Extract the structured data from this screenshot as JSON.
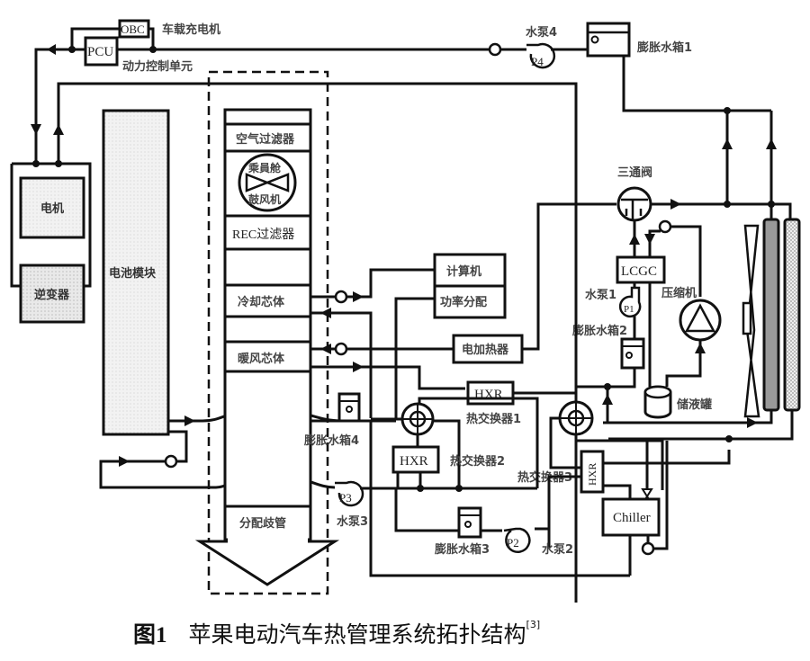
{
  "caption": {
    "figure": "图1",
    "title": "苹果电动汽车热管理系统拓扑结构",
    "ref": "[3]"
  },
  "components": {
    "obc": "OBC",
    "obc_desc": "车载充电机",
    "pcu": "PCU",
    "pcu_desc": "动力控制单元",
    "pump4_label": "水泵4",
    "pump4": "P4",
    "tank1": "膨胀水箱1",
    "motor": "电机",
    "inverter": "逆变器",
    "battery": "电池模块",
    "air_filter": "空气过滤器",
    "blower_top": "乘員舱",
    "blower_bottom": "鼓风机",
    "rec_filter": "REC过滤器",
    "cooling_core": "冷却芯体",
    "heater_core": "暖风芯体",
    "manifold": "分配歧管",
    "computer": "计算机",
    "power_dist": "功率分配",
    "electric_heater": "电加热器",
    "three_way_valve": "三通阀",
    "lcgc": "LCGC",
    "pump1_label": "水泵1",
    "pump1": "P1",
    "tank2": "膨胀水箱2",
    "compressor": "压缩机",
    "accumulator": "储液罐",
    "hxr1": "HXR",
    "hxr1_label": "热交换器1",
    "hxr2": "HXR",
    "hxr2_label": "热交换器2",
    "hxr3": "HXR",
    "hxr3_label": "热交换器3",
    "tank4": "膨胀水箱4",
    "pump3": "P3",
    "pump3_label": "水泵3",
    "tank3": "膨胀水箱3",
    "pump2": "P2",
    "pump2_label": "水泵2",
    "chiller": "Chiller"
  }
}
